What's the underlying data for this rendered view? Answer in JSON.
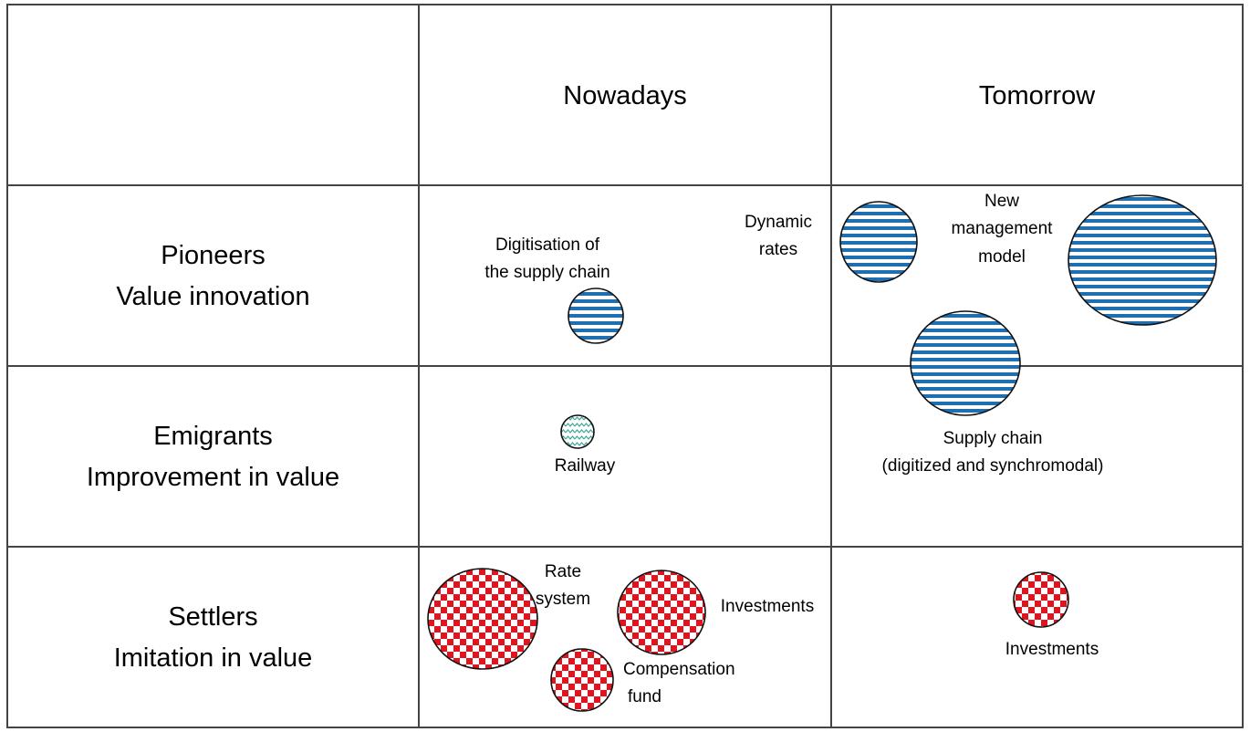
{
  "columns": [
    "Nowadays",
    "Tomorrow"
  ],
  "rows": [
    {
      "line1": "Pioneers",
      "line2": "Value innovation"
    },
    {
      "line1": "Emigrants",
      "line2": "Improvement in value"
    },
    {
      "line1": "Settlers",
      "line2": "Imitation in value"
    }
  ],
  "bubbles": {
    "digitisation": {
      "line1": "Digitisation of",
      "line2": "the supply chain",
      "pattern": "blue-stripes"
    },
    "dynamic_rates": {
      "line1": "Dynamic",
      "line2": "rates",
      "pattern": "blue-stripes"
    },
    "new_management": {
      "line1": "New",
      "line2": "management",
      "line3": "model",
      "pattern": "blue-stripes"
    },
    "supply_chain": {
      "line1": "Supply chain",
      "line2": "(digitized and synchromodal)",
      "pattern": "blue-stripes"
    },
    "railway": {
      "label": "Railway",
      "pattern": "green-zigzag"
    },
    "rate_system": {
      "line1": "Rate",
      "line2": "system",
      "pattern": "red-checker"
    },
    "investments_now": {
      "label": "Investments",
      "pattern": "red-checker"
    },
    "compensation": {
      "line1": "Compensation",
      "line2": "fund",
      "pattern": "red-checker"
    },
    "investments_tom": {
      "label": "Investments",
      "pattern": "red-checker"
    }
  },
  "colors": {
    "stripe_blue": "#1f6fb0",
    "checker_red": "#e0141e",
    "zigzag_green": "#3aa59a",
    "grid_line": "#444444"
  }
}
